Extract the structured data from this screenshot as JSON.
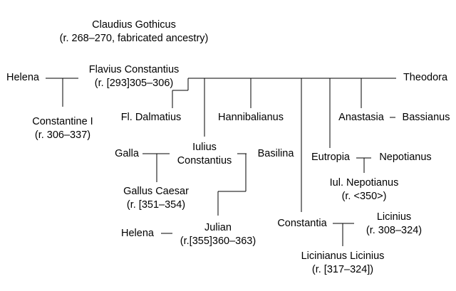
{
  "tree": {
    "claudius_name": "Claudius Gothicus",
    "claudius_reign": "(r. 268–270, fabricated ancestry)",
    "helena_1": "Helena",
    "constantius_name": "Flavius Constantius",
    "constantius_reign": "(r. [293]305–306)",
    "theodora": "Theodora",
    "constantine_name": "Constantine I",
    "constantine_reign": "(r. 306–337)",
    "dalmatius": "Fl. Dalmatius",
    "hannibalianus": "Hannibalianus",
    "anastasia": "Anastasia",
    "bassianus": "Bassianus",
    "galla": "Galla",
    "iulius_name": "Iulius",
    "iulius_name2": "Constantius",
    "basilina": "Basilina",
    "eutropia": "Eutropia",
    "nepotianus": "Nepotianus",
    "gallus_name": "Gallus Caesar",
    "gallus_reign": "(r. [351–354)",
    "iul_nepotianus_name": "Iul. Nepotianus",
    "iul_nepotianus_reign": "(r. <350>)",
    "julian_name": "Julian",
    "julian_reign": "(r.[355]360–363)",
    "helena_2": "Helena",
    "constantia": "Constantia",
    "licinius_name": "Licinius",
    "licinius_reign": "(r. 308–324)",
    "licinianus_name": "Licinianus Licinius",
    "licinianus_reign": "(r. [317–324])"
  },
  "colors": {
    "text": "#000000",
    "line": "#000000",
    "background": "#ffffff"
  }
}
